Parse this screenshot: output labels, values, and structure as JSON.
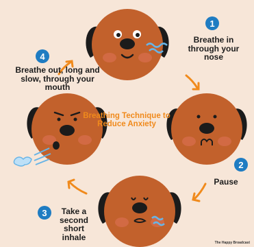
{
  "title": "Breathing Technique to Reduce Anxiety",
  "steps": [
    {
      "number": "1",
      "text": "Breathe in through your nose"
    },
    {
      "number": "2",
      "text": "Pause"
    },
    {
      "number": "3",
      "text": "Take a second short inhale"
    },
    {
      "number": "4",
      "text": "Breathe out, long and slow, through your mouth"
    }
  ],
  "credit": "The Happy Broadcast",
  "colors": {
    "background": "#f7e6d8",
    "face": "#c2612c",
    "ear": "#1b1b1b",
    "accent": "#f08a1c",
    "step_badge": "#1f7cc2",
    "breath": "#68b4e6"
  }
}
